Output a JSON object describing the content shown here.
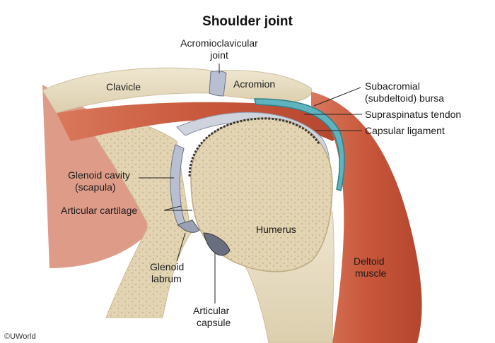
{
  "title": "Shoulder joint",
  "labels": {
    "acromioclavicular_1": "Acromioclavicular",
    "acromioclavicular_2": "joint",
    "clavicle": "Clavicle",
    "acromion": "Acromion",
    "bursa_1": "Subacromial",
    "bursa_2": "(subdeltoid) bursa",
    "supraspinatus": "Supraspinatus tendon",
    "capsular_ligament": "Capsular ligament",
    "glenoid_cavity_1": "Glenoid cavity",
    "glenoid_cavity_2": "(scapula)",
    "articular_cartilage": "Articular cartilage",
    "humerus": "Humerus",
    "glenoid_labrum_1": "Glenoid",
    "glenoid_labrum_2": "labrum",
    "deltoid_1": "Deltoid",
    "deltoid_2": "muscle",
    "articular_capsule_1": "Articular",
    "articular_capsule_2": "capsule"
  },
  "copyright": "©UWorld",
  "colors": {
    "muscle": "#c8573b",
    "bone": "#e8dcc0",
    "cancellous": "#d9c9a3",
    "cartilage": "#b9bfd0",
    "bursa": "#5fb3bf"
  }
}
